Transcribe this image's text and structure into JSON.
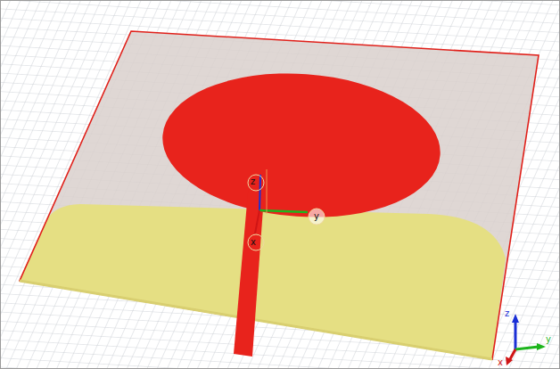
{
  "diagram": {
    "labels": [
      "z",
      "y",
      "x",
      "z",
      "y",
      "x"
    ]
  }
}
